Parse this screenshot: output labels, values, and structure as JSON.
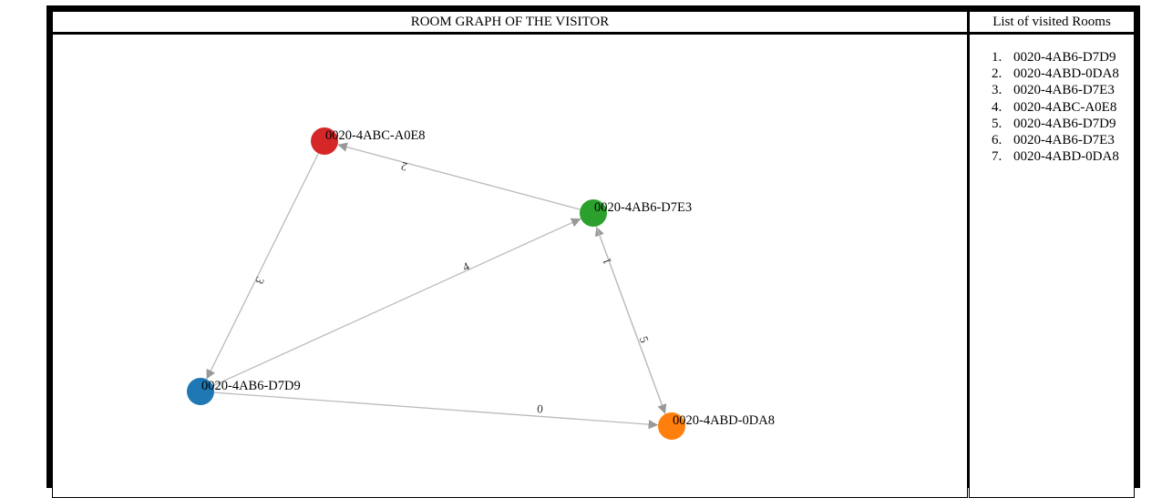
{
  "header": {
    "graph_title": "ROOM GRAPH OF THE VISITOR",
    "list_title": "List of visited Rooms"
  },
  "graph": {
    "nodes": [
      {
        "id": "0020-4ABC-A0E8",
        "label": "0020-4ABC-A0E8",
        "color": "#d62728"
      },
      {
        "id": "0020-4AB6-D7E3",
        "label": "0020-4AB6-D7E3",
        "color": "#2ca02c"
      },
      {
        "id": "0020-4AB6-D7D9",
        "label": "0020-4AB6-D7D9",
        "color": "#1f77b4"
      },
      {
        "id": "0020-4ABD-0DA8",
        "label": "0020-4ABD-0DA8",
        "color": "#ff7f0e"
      }
    ],
    "edges": [
      {
        "label": "0",
        "from": "0020-4AB6-D7D9",
        "to": "0020-4ABD-0DA8"
      },
      {
        "label": "1",
        "from": "0020-4ABD-0DA8",
        "to": "0020-4AB6-D7E3"
      },
      {
        "label": "2",
        "from": "0020-4AB6-D7E3",
        "to": "0020-4ABC-A0E8"
      },
      {
        "label": "3",
        "from": "0020-4ABC-A0E8",
        "to": "0020-4AB6-D7D9"
      },
      {
        "label": "4",
        "from": "0020-4AB6-D7D9",
        "to": "0020-4AB6-D7E3"
      },
      {
        "label": "5",
        "from": "0020-4AB6-D7E3",
        "to": "0020-4ABD-0DA8"
      }
    ]
  },
  "visited_rooms": [
    {
      "num": "1.",
      "room": "0020-4AB6-D7D9"
    },
    {
      "num": "2.",
      "room": "0020-4ABD-0DA8"
    },
    {
      "num": "3.",
      "room": "0020-4AB6-D7E3"
    },
    {
      "num": "4.",
      "room": "0020-4ABC-A0E8"
    },
    {
      "num": "5.",
      "room": "0020-4AB6-D7D9"
    },
    {
      "num": "6.",
      "room": "0020-4AB6-D7E3"
    },
    {
      "num": "7.",
      "room": "0020-4ABD-0DA8"
    }
  ]
}
